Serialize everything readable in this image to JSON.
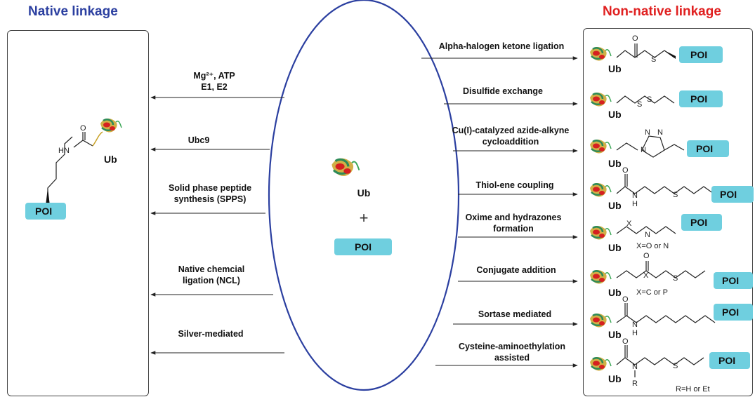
{
  "headers": {
    "native": "Native linkage",
    "non_native": "Non-native linkage"
  },
  "center": {
    "ub": "Ub",
    "plus": "+",
    "poi": "POI"
  },
  "native_methods": [
    {
      "line1": "Mg²⁺, ATP",
      "line2": "E1, E2"
    },
    {
      "line1": "Ubc9",
      "line2": ""
    },
    {
      "line1": "Solid phase peptide",
      "line2": "synthesis (SPPS)"
    },
    {
      "line1": "Native chemcial",
      "line2": "ligation (NCL)"
    },
    {
      "line1": "Silver-mediated",
      "line2": ""
    }
  ],
  "non_native_methods": [
    {
      "line1": "Alpha-halogen ketone ligation",
      "line2": ""
    },
    {
      "line1": "Disulfide exchange",
      "line2": ""
    },
    {
      "line1": "Cu(I)-catalyzed azide-alkyne",
      "line2": "cycloaddition"
    },
    {
      "line1": "Thiol-ene coupling",
      "line2": ""
    },
    {
      "line1": "Oxime and hydrazones",
      "line2": "formation"
    },
    {
      "line1": "Conjugate addition",
      "line2": ""
    },
    {
      "line1": "Sortase mediated",
      "line2": ""
    },
    {
      "line1": "Cysteine-aminoethylation",
      "line2": "assisted"
    }
  ],
  "native_structure": {
    "ub": "Ub",
    "poi": "POI",
    "nh": "HN",
    "o": "O"
  },
  "structures": {
    "ub": "Ub",
    "poi": "POI",
    "o": "O",
    "s": "S",
    "n": "N",
    "h": "H",
    "x": "X",
    "p": "P",
    "r": "R",
    "oxime_note": "X=O or N",
    "conj_note": "X=C or P",
    "cys_note": "R=H or Et"
  },
  "colors": {
    "native_title": "#2b3fa0",
    "non_native_title": "#e02020",
    "ellipse": "#2b3fa0",
    "poi_fill": "#6fcfdf"
  }
}
